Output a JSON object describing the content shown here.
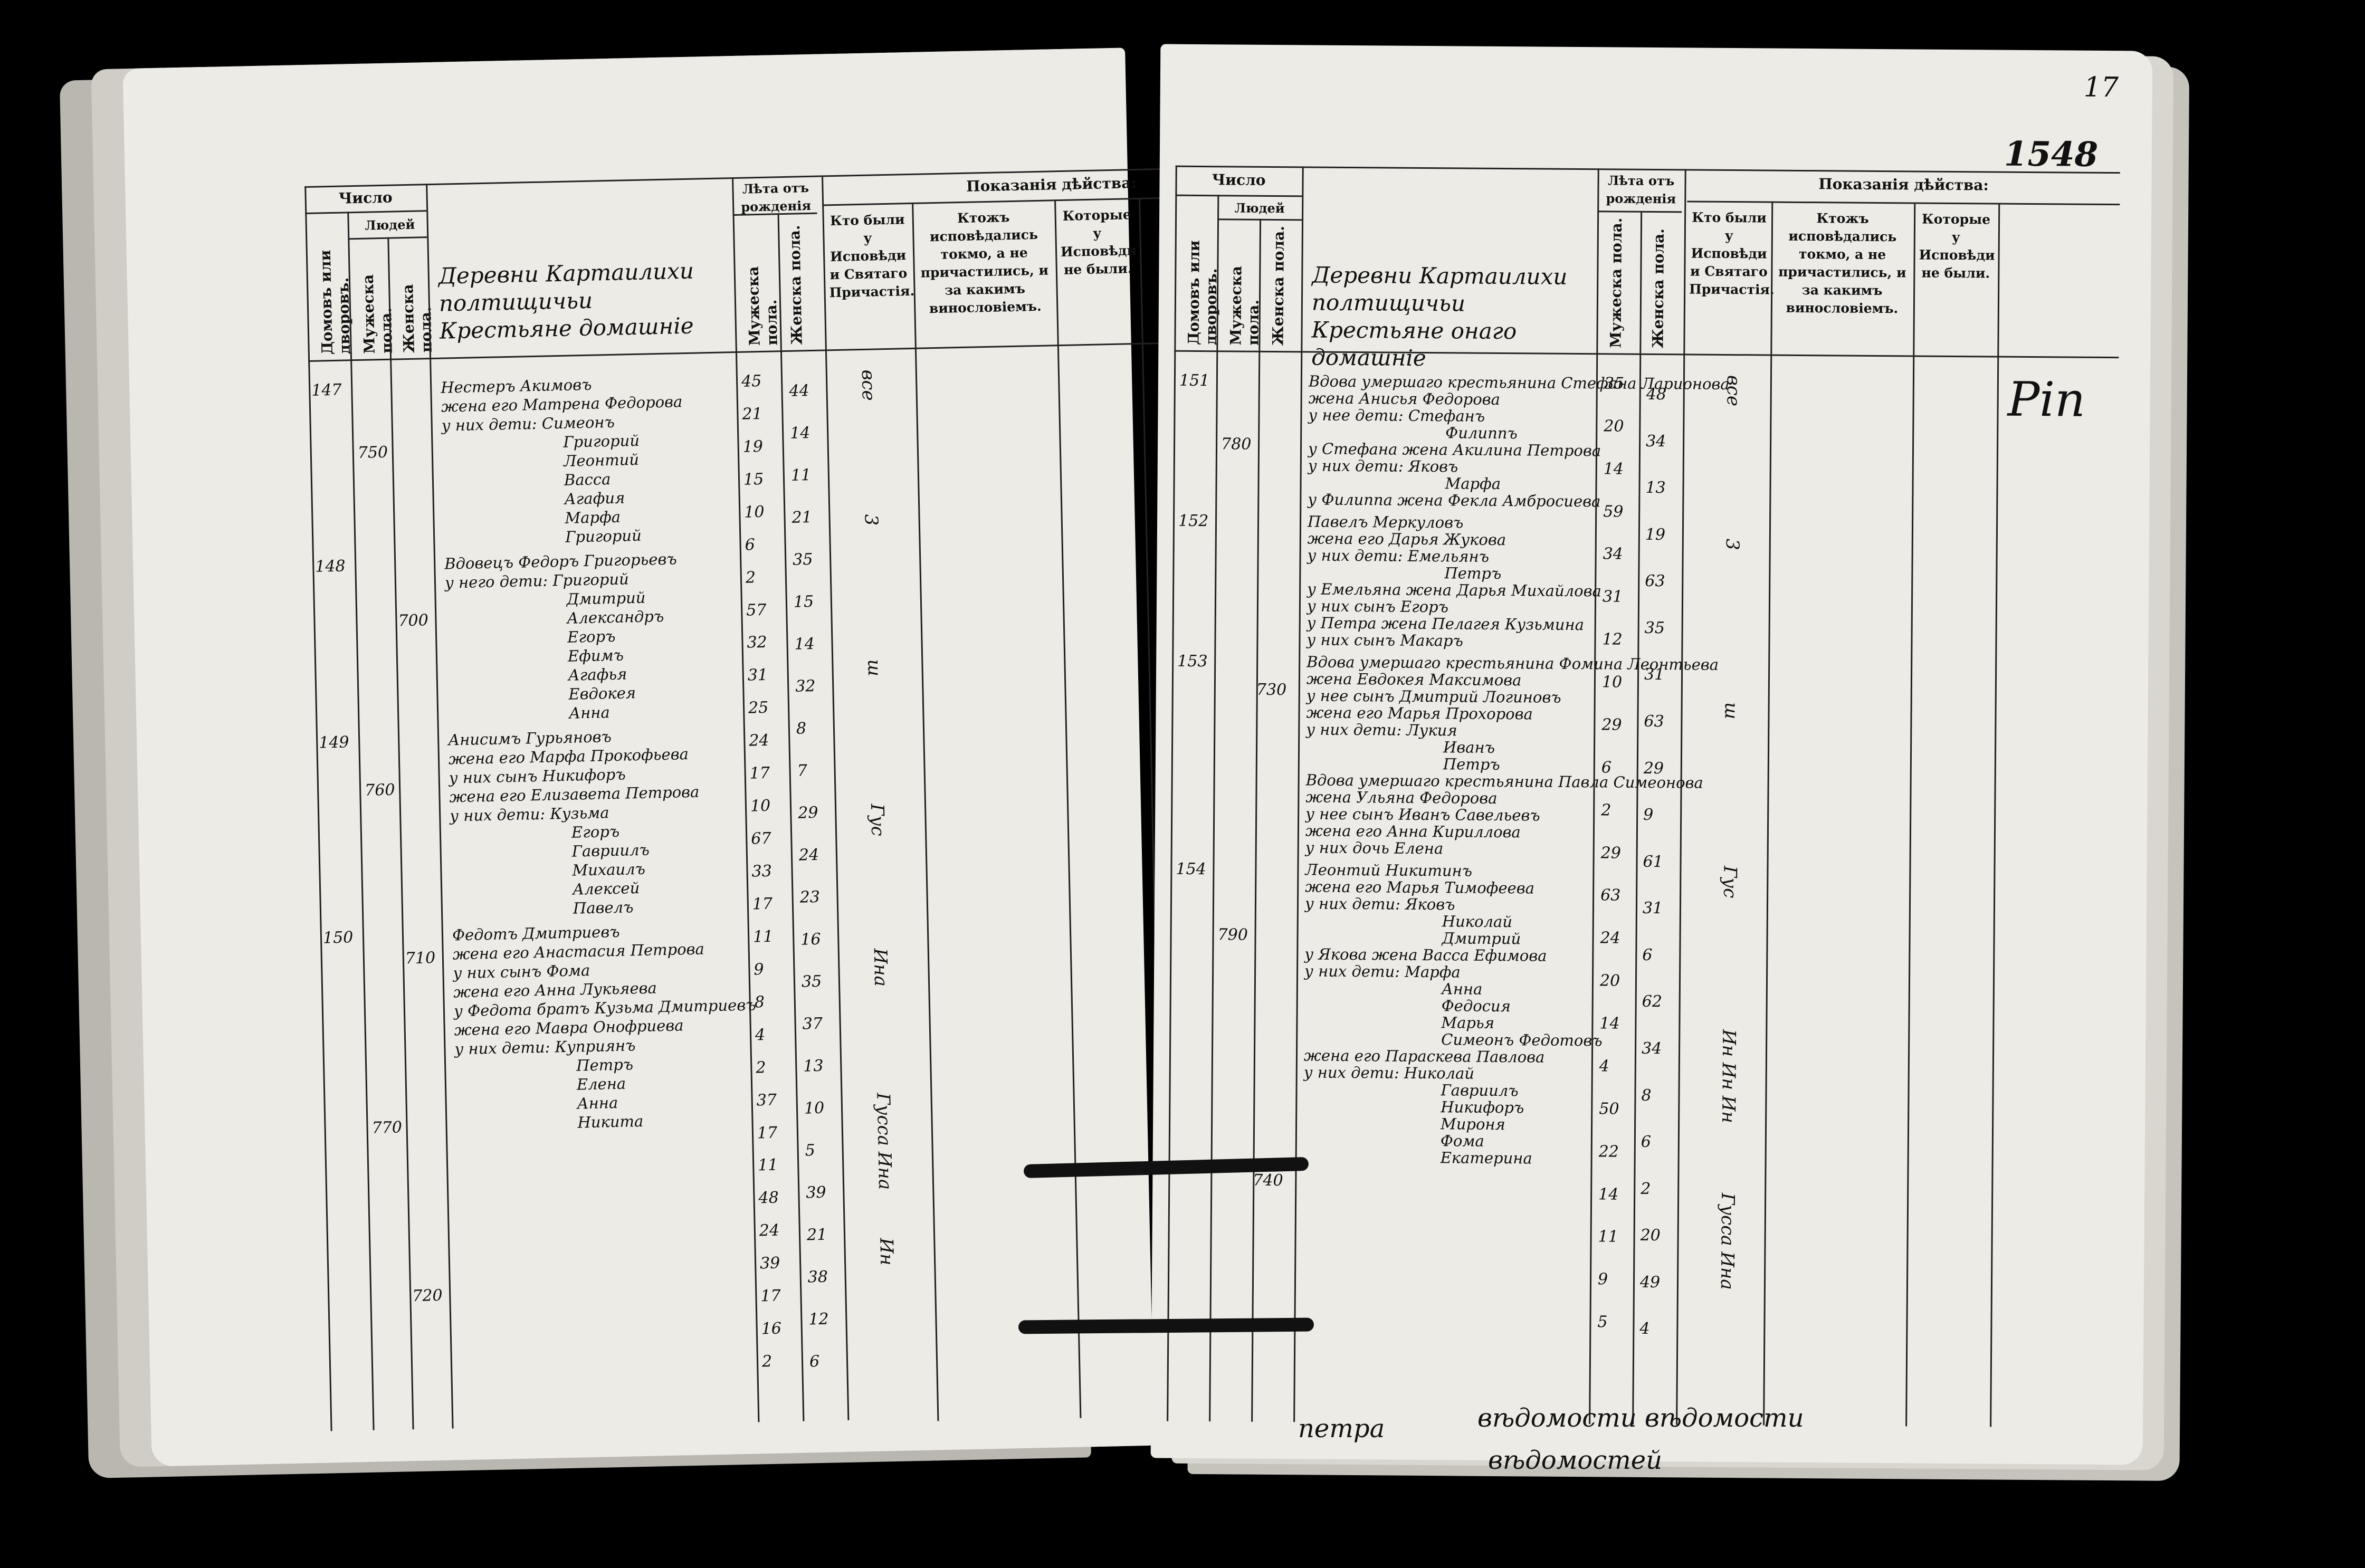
{
  "header": {
    "chislo": "Число",
    "lyudey": "Людей",
    "dvorov": "Домовъ или дворовъ.",
    "muzh": "Мужеска пола.",
    "zhen": "Женска пола.",
    "leta": "Лѣта отъ рожденія",
    "pokazaniya": "Показанія дѣйства:",
    "kto1": "Кто были у Исповѣди и Святаго Причастія.",
    "kto2": "Ктожъ исповѣдались токмо, а не причастились, и за какимъ винословіемъ.",
    "kto3": "Которые у Исповѣди не были."
  },
  "left": {
    "title": "Деревни Картаилихи полтищичьи Крестьяне домашніе",
    "households": [
      {
        "no": "147",
        "lines": [
          "Нестеръ Акимовъ",
          "жена его Матрена Федорова",
          "у них дети: Симеонъ",
          "Григорий",
          "Леонтий",
          "Васса",
          "Агафия",
          "Марфа",
          "Григорий"
        ]
      },
      {
        "no": "148",
        "lines": [
          "Вдовецъ Федоръ Григорьевъ",
          "у него дети: Григорий",
          "Дмитрий",
          "Александръ",
          "Егоръ",
          "Ефимъ",
          "Агафья",
          "Евдокея",
          "Анна"
        ]
      },
      {
        "no": "149",
        "lines": [
          "Анисимъ Гурьяновъ",
          "жена его Марфа Прокофьева",
          "у них сынъ Никифоръ",
          "жена его Елизавета Петрова",
          "у них дети: Кузьма",
          "Егоръ",
          "Гавриилъ",
          "Михаилъ",
          "Алексей",
          "Павелъ"
        ]
      },
      {
        "no": "150",
        "lines": [
          "Федотъ Дмитриевъ",
          "жена его Анастасия Петрова",
          "у них сынъ Фома",
          "жена его Анна Лукьяева",
          "у Федота братъ Кузьма Дмитриевъ",
          "жена его Мавра Онофриева",
          "у них дети: Куприянъ",
          "Петръ",
          "Елена",
          "Анна",
          "Никита"
        ]
      }
    ],
    "muzh_ages": [
      "45",
      "21",
      "19",
      "15",
      "10",
      "6",
      "2",
      "57",
      "32",
      "31",
      "25",
      "24",
      "17",
      "10",
      "67",
      "33",
      "17",
      "11",
      "9",
      "8",
      "4",
      "2",
      "37",
      "17",
      "11",
      "48",
      "24",
      "39",
      "17",
      "16",
      "2"
    ],
    "zhen_ages": [
      "44",
      "14",
      "11",
      "21",
      "35",
      "15",
      "14",
      "32",
      "8",
      "7",
      "29",
      "24",
      "23",
      "16",
      "35",
      "37",
      "13",
      "10",
      "5",
      "39",
      "21",
      "38",
      "12",
      "6"
    ],
    "marginal": [
      "750",
      "700",
      "760",
      "710",
      "770",
      "720"
    ],
    "kto_marks": [
      "все",
      "3",
      "ш",
      "Гус",
      "Ина",
      "Гусса Ина",
      "Ин"
    ]
  },
  "right": {
    "title": "Деревни Картаилихи полтищичьи Крестьяне онаго домашніе",
    "households": [
      {
        "no": "151",
        "lines": [
          "Вдова умершаго крестьянина Стефана Ларионова",
          "жена Анисья Федорова",
          "у нее дети: Стефанъ",
          "Филиппъ",
          "у Стефана жена Акилина Петрова",
          "у них дети: Яковъ",
          "Марфа",
          "у Филиппа жена Фекла Амбросиева"
        ]
      },
      {
        "no": "152",
        "lines": [
          "Павелъ Меркуловъ",
          "жена его Дарья Жукова",
          "у них дети: Емельянъ",
          "Петръ",
          "у Емельяна жена Дарья Михайлова",
          "у них сынъ Егоръ",
          "у Петра жена Пелагея Кузьмина",
          "у них сынъ Макаръ"
        ]
      },
      {
        "no": "153",
        "lines": [
          "Вдова умершаго крестьянина Фомина Леонтьева",
          "жена Евдокея Максимова",
          "у нее сынъ Дмитрий Логиновъ",
          "жена его Марья Прохорова",
          "у них дети: Лукия",
          "Иванъ",
          "Петръ",
          "Вдова умершаго крестьянина Павла Симеонова",
          "жена Ульяна Федорова",
          "у нее сынъ Иванъ Савельевъ",
          "жена его Анна Кириллова",
          "у них дочь Елена"
        ]
      },
      {
        "no": "154",
        "lines": [
          "Леонтий Никитинъ",
          "жена его Марья Тимофеева",
          "у них дети: Яковъ",
          "Николай",
          "Дмитрий",
          "у Якова жена Васса Ефимова",
          "у них дети: Марфа",
          "Анна",
          "Федосия",
          "Марья",
          "Симеонъ Федотовъ",
          "жена его Параскева Павлова",
          "у них дети: Николай",
          "Гавриилъ",
          "Никифоръ",
          "Мироня",
          "Фома",
          "Екатерина"
        ]
      }
    ],
    "muzh_ages": [
      "35",
      "20",
      "14",
      "59",
      "34",
      "31",
      "12",
      "10",
      "29",
      "6",
      "2",
      "29",
      "63",
      "24",
      "20",
      "14",
      "4",
      "50",
      "22",
      "14",
      "11",
      "9",
      "5"
    ],
    "zhen_ages": [
      "48",
      "34",
      "13",
      "19",
      "63",
      "35",
      "31",
      "63",
      "29",
      "9",
      "61",
      "31",
      "6",
      "62",
      "34",
      "8",
      "6",
      "2",
      "20",
      "49",
      "4"
    ],
    "marginal": [
      "780",
      "730",
      "790",
      "740"
    ],
    "kto_marks": [
      "все",
      "3",
      "ш",
      "Гус",
      "Ин Ин Ин",
      "Гусса Ина"
    ],
    "margin_note": "Рin",
    "page_num": "17",
    "stamp": "1548"
  },
  "footer": {
    "left_word": "петра",
    "line1": "вѣдомости вѣдомости",
    "line2": "вѣдомостей"
  }
}
